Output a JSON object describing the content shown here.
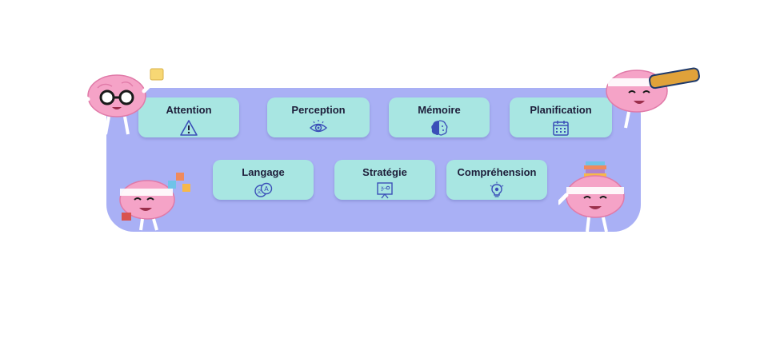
{
  "cards_row1": [
    {
      "label": "Attention",
      "icon": "warning-icon"
    },
    {
      "label": "Perception",
      "icon": "eye-icon"
    },
    {
      "label": "Mémoire",
      "icon": "brain-icon"
    },
    {
      "label": "Planification",
      "icon": "calendar-icon"
    }
  ],
  "cards_row2": [
    {
      "label": "Langage",
      "icon": "translate-icon"
    },
    {
      "label": "Stratégie",
      "icon": "strategy-board-icon"
    },
    {
      "label": "Compréhension",
      "icon": "lightbulb-icon"
    }
  ],
  "colors": {
    "panel": "#a9b0f5",
    "card": "#a8e6e2",
    "icon": "#3b4fb8",
    "brain": "#f5a3c7"
  }
}
